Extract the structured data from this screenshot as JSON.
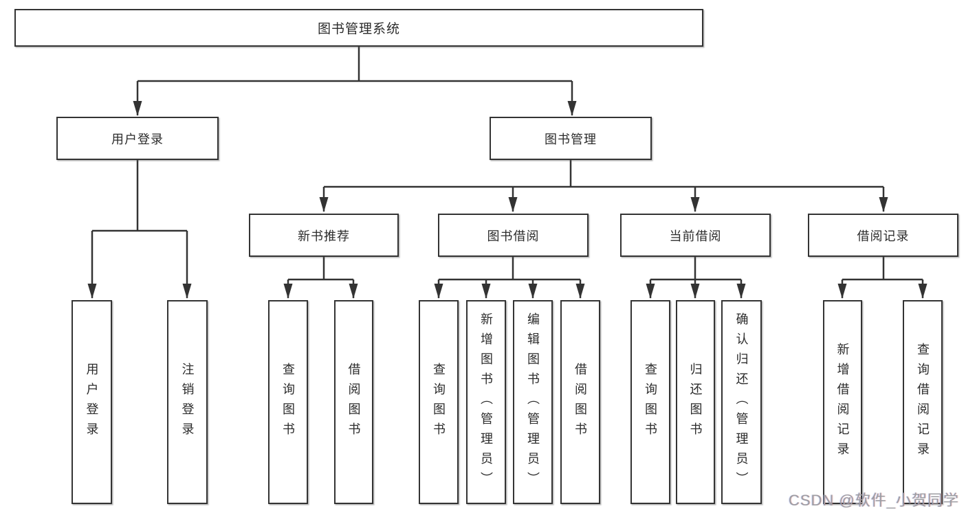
{
  "diagram": {
    "root": {
      "label": "图书管理系统"
    },
    "level1": [
      {
        "label": "用户登录",
        "children": [
          {
            "label": "用户登录"
          },
          {
            "label": "注销登录"
          }
        ]
      },
      {
        "label": "图书管理",
        "children": [
          {
            "label": "新书推荐",
            "children": [
              {
                "label": "查询图书"
              },
              {
                "label": "借阅图书"
              }
            ]
          },
          {
            "label": "图书借阅",
            "children": [
              {
                "label": "查询图书"
              },
              {
                "label": "新增图书（管理员）"
              },
              {
                "label": "编辑图书（管理员）"
              },
              {
                "label": "借阅图书"
              }
            ]
          },
          {
            "label": "当前借阅",
            "children": [
              {
                "label": "查询图书"
              },
              {
                "label": "归还图书"
              },
              {
                "label": "确认归还（管理员）"
              }
            ]
          },
          {
            "label": "借阅记录",
            "children": [
              {
                "label": "新增借阅记录"
              },
              {
                "label": "查询借阅记录"
              }
            ]
          }
        ]
      }
    ]
  },
  "watermark": {
    "text": "CSDN @软件_小贺同学"
  },
  "colors": {
    "line": "#333333",
    "box_border": "#333333",
    "box_background": "#ffffff",
    "text": "#2b2b2b",
    "watermark": "#9d9da2",
    "page_background": "#ffffff"
  }
}
